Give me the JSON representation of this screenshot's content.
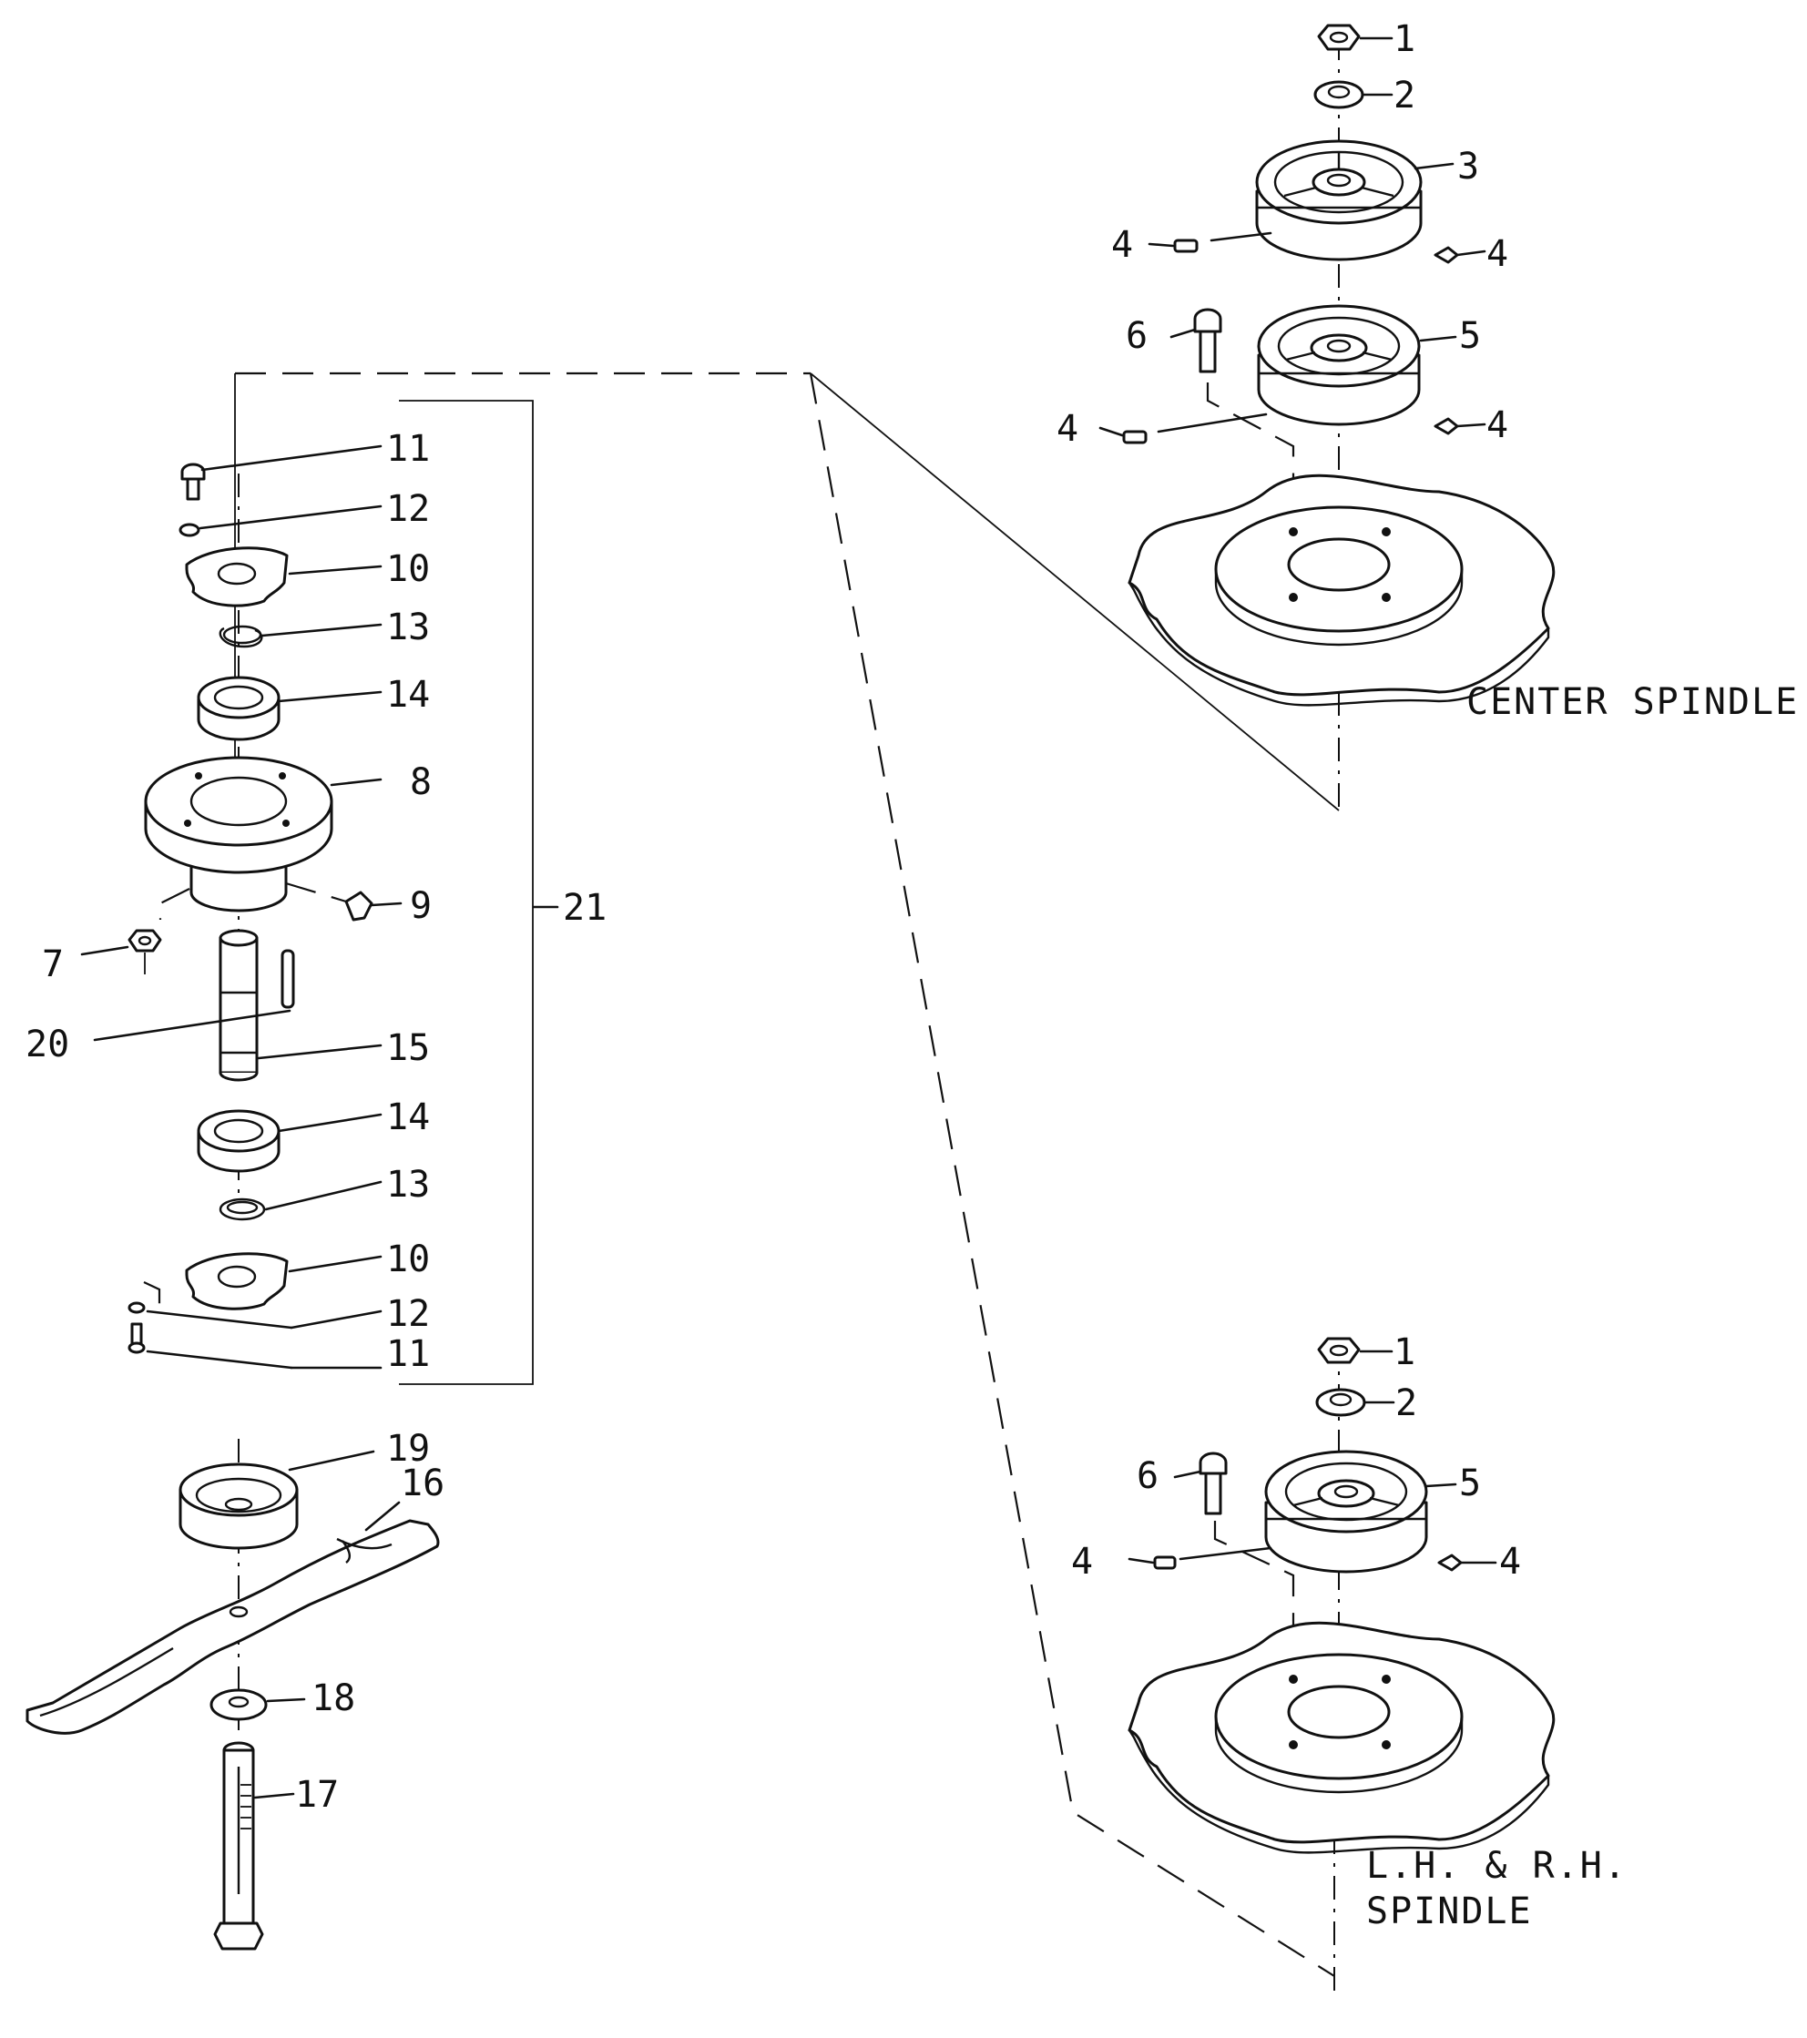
{
  "figure": {
    "captions": {
      "center_spindle": "CENTER SPINDLE",
      "side_spindle_line1": "L.H. & R.H.",
      "side_spindle_line2": "SPINDLE"
    },
    "center_callouts": [
      "1",
      "2",
      "3",
      "4",
      "4",
      "6",
      "5",
      "4",
      "4"
    ],
    "side_callouts": [
      "1",
      "2",
      "6",
      "5",
      "4",
      "4"
    ],
    "assembly_callouts": [
      "11",
      "12",
      "10",
      "13",
      "14",
      "8",
      "9",
      "7",
      "20",
      "15",
      "14",
      "13",
      "10",
      "12",
      "11",
      "21"
    ],
    "blade_callouts": [
      "19",
      "16",
      "18",
      "17"
    ]
  }
}
